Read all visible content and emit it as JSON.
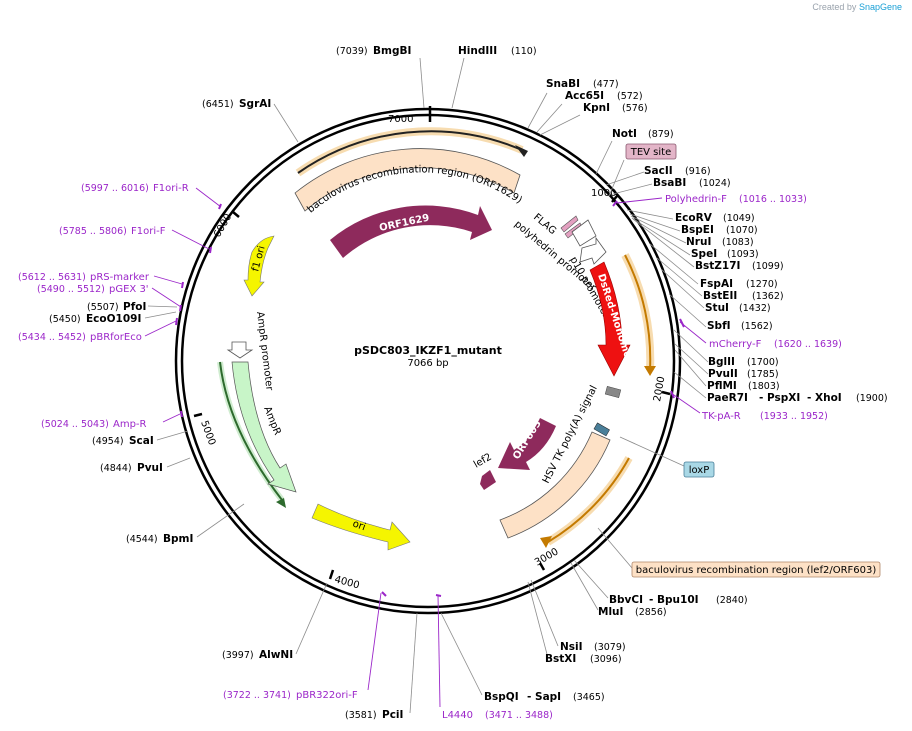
{
  "branding": {
    "prefix": "Created by",
    "name": "SnapGene"
  },
  "plasmid": {
    "name": "pSDC803_IKZF1_mutant",
    "size": "7066 bp"
  },
  "ticks": [
    "1000",
    "2000",
    "3000",
    "4000",
    "5000",
    "6000",
    "7000"
  ],
  "enzymes": [
    {
      "name": "BmgBI",
      "pos": "(7039)"
    },
    {
      "name": "HindIII",
      "pos": "(110)"
    },
    {
      "name": "SnaBI",
      "pos": "(477)"
    },
    {
      "name": "Acc65I",
      "pos": "(572)"
    },
    {
      "name": "KpnI",
      "pos": "(576)"
    },
    {
      "name": "NotI",
      "pos": "(879)"
    },
    {
      "name": "SacII",
      "pos": "(916)"
    },
    {
      "name": "BsaBI",
      "pos": "(1024)"
    },
    {
      "name": "EcoRV",
      "pos": "(1049)"
    },
    {
      "name": "BspEI",
      "pos": "(1070)"
    },
    {
      "name": "NruI",
      "pos": "(1083)"
    },
    {
      "name": "SpeI",
      "pos": "(1093)"
    },
    {
      "name": "BstZ17I",
      "pos": "(1099)"
    },
    {
      "name": "FspAI",
      "pos": "(1270)"
    },
    {
      "name": "BstEII",
      "pos": "(1362)"
    },
    {
      "name": "StuI",
      "pos": "(1432)"
    },
    {
      "name": "SbfI",
      "pos": "(1562)"
    },
    {
      "name": "BglII",
      "pos": "(1700)"
    },
    {
      "name": "PvuII",
      "pos": "(1785)"
    },
    {
      "name": "PflMI",
      "pos": "(1803)"
    },
    {
      "name": "PaeR7I",
      "pos": ""
    },
    {
      "name": "- PspXI",
      "pos": ""
    },
    {
      "name": "- XhoI",
      "pos": "(1900)"
    },
    {
      "name": "BbvCI",
      "pos": ""
    },
    {
      "name": "- Bpu10I",
      "pos": "(2840)"
    },
    {
      "name": "MluI",
      "pos": "(2856)"
    },
    {
      "name": "NsiI",
      "pos": "(3079)"
    },
    {
      "name": "BstXI",
      "pos": "(3096)"
    },
    {
      "name": "BspQI",
      "pos": ""
    },
    {
      "name": "- SapI",
      "pos": "(3465)"
    },
    {
      "name": "PciI",
      "pos": "(3581)"
    },
    {
      "name": "AlwNI",
      "pos": "(3997)"
    },
    {
      "name": "BpmI",
      "pos": "(4544)"
    },
    {
      "name": "PvuI",
      "pos": "(4844)"
    },
    {
      "name": "ScaI",
      "pos": "(4954)"
    },
    {
      "name": "EcoO109I",
      "pos": "(5450)"
    },
    {
      "name": "PfoI",
      "pos": "(5507)"
    },
    {
      "name": "SgrAI",
      "pos": "(6451)"
    }
  ],
  "primers": [
    {
      "name": "Polyhedrin-F",
      "pos": "(1016 .. 1033)"
    },
    {
      "name": "mCherry-F",
      "pos": "(1620 .. 1639)"
    },
    {
      "name": "TK-pA-R",
      "pos": "(1933 .. 1952)"
    },
    {
      "name": "pBR322ori-F",
      "pos": "(3722 .. 3741)"
    },
    {
      "name": "L4440",
      "pos": "(3471 .. 3488)"
    },
    {
      "name": "Amp-R",
      "pos": "(5024 .. 5043)"
    },
    {
      "name": "pBRforEco",
      "pos": "(5434 .. 5452)"
    },
    {
      "name": "pGEX 3'",
      "pos": "(5490 .. 5512)"
    },
    {
      "name": "pRS-marker",
      "pos": "(5612 .. 5631)"
    },
    {
      "name": "F1ori-F",
      "pos": "(5785 .. 5806)"
    },
    {
      "name": "F1ori-R",
      "pos": "(5997 .. 6016)"
    }
  ],
  "features": {
    "baculo_top": "baculovirus recombination region (ORF1629)",
    "orf1629": "ORF1629",
    "flag": "FLAG",
    "polyhedrin": "polyhedrin promoter",
    "p10": "p10 promoter",
    "dsred": "DsRed-Monomer",
    "hsv": "HSV TK poly(A) signal",
    "orf603": "ORF603",
    "lef2": "lef2",
    "f1ori": "f1 ori",
    "ampr_promoter": "AmpR promoter",
    "ampr": "AmpR",
    "ori": "ori",
    "tev": "TEV site",
    "loxp": "loxP",
    "baculo_bottom": "baculovirus recombination region (lef2/ORF603)"
  },
  "colors": {
    "primer": "#9b26c9",
    "orf": "#8e2a5c",
    "dsred": "#ee1111",
    "f1ori": "#f5f500",
    "ampr": "#c8f5c8",
    "baculo": "#fde1c6",
    "tev": "#e3b5c8",
    "loxp": "#a9d8e6"
  }
}
